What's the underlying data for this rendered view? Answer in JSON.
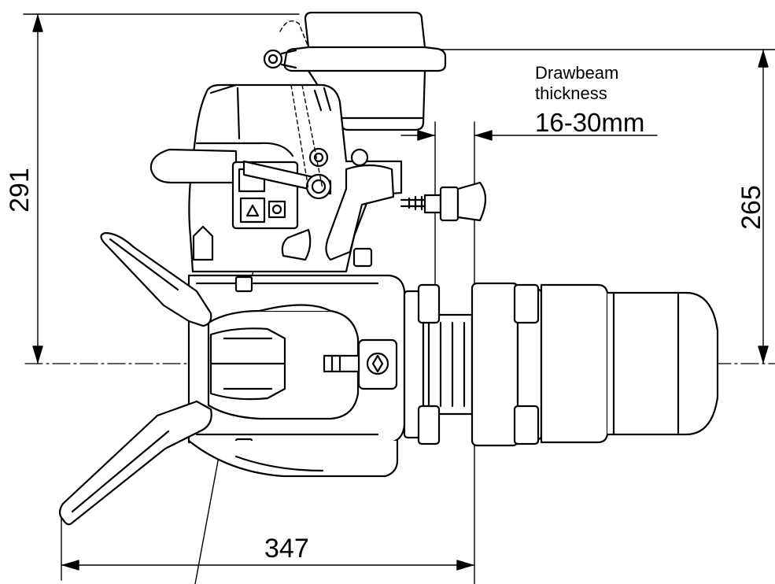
{
  "dimensions": {
    "overall_height": "291",
    "height_to_centerline": "265",
    "overall_length": "347"
  },
  "drawbeam": {
    "label_line1": "Drawbeam",
    "label_line2": "thickness",
    "range": "16-30mm"
  },
  "colors": {
    "line": "#000000",
    "background": "#ffffff"
  }
}
